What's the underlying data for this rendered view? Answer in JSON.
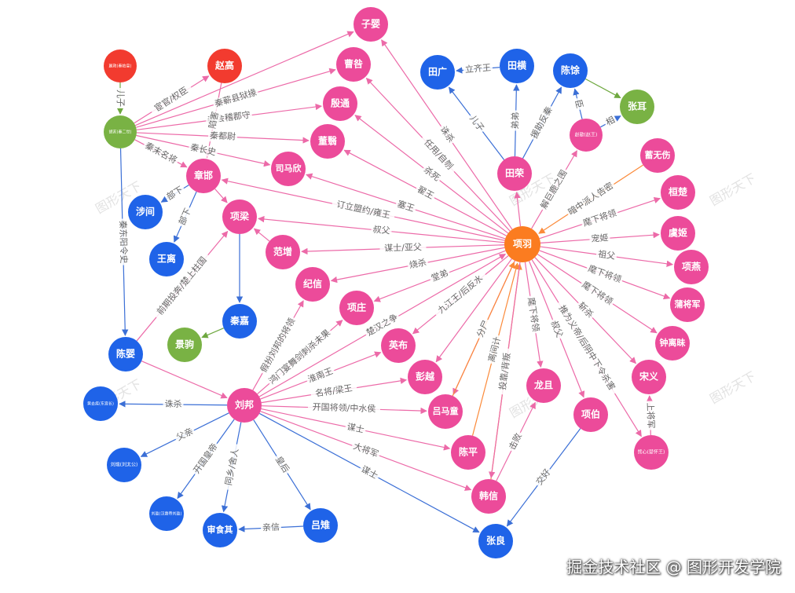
{
  "colors": {
    "red": "#f23b2f",
    "green": "#79b244",
    "blue": "#1f63e8",
    "pink": "#ec4b9a",
    "orange": "#fb7c20",
    "edge_pink": "#ec6aa8",
    "edge_blue": "#3b6fd6",
    "edge_green": "#6ea83f",
    "edge_orange": "#fb8a3a",
    "edge_text": "#666666"
  },
  "watermark": "图形天下",
  "footer_text": "掘金技术社区 @ 图形开发学院",
  "nodes": [
    {
      "id": "ziying",
      "label": "子婴",
      "color": "pink"
    },
    {
      "id": "gaoyao",
      "label": "嬴政(秦始皇)",
      "color": "red"
    },
    {
      "id": "zhaogao",
      "label": "赵高",
      "color": "red"
    },
    {
      "id": "caojiu",
      "label": "曹咎",
      "color": "pink"
    },
    {
      "id": "tianguang",
      "label": "田广",
      "color": "blue"
    },
    {
      "id": "tianheng",
      "label": "田横",
      "color": "blue"
    },
    {
      "id": "chenyu",
      "label": "陈馀",
      "color": "blue"
    },
    {
      "id": "huhai",
      "label": "胡亥(秦二世)",
      "color": "green"
    },
    {
      "id": "yintong",
      "label": "殷通",
      "color": "pink"
    },
    {
      "id": "zhanger",
      "label": "张耳",
      "color": "green"
    },
    {
      "id": "dongyi",
      "label": "董翳",
      "color": "pink"
    },
    {
      "id": "zhaoxie",
      "label": "赵歇(赵王)",
      "color": "pink"
    },
    {
      "id": "xishuang",
      "label": "蓄无伤",
      "color": "pink"
    },
    {
      "id": "simaxin",
      "label": "司马欣",
      "color": "pink"
    },
    {
      "id": "zhanghan",
      "label": "章邯",
      "color": "pink"
    },
    {
      "id": "tianrong",
      "label": "田荣",
      "color": "pink"
    },
    {
      "id": "huanchu",
      "label": "桓楚",
      "color": "pink"
    },
    {
      "id": "shejian",
      "label": "涉间",
      "color": "blue"
    },
    {
      "id": "xiangliang",
      "label": "项梁",
      "color": "pink"
    },
    {
      "id": "yuji",
      "label": "虞姬",
      "color": "pink"
    },
    {
      "id": "xiangyu",
      "label": "项羽",
      "color": "orange"
    },
    {
      "id": "wangli",
      "label": "王离",
      "color": "blue"
    },
    {
      "id": "fanzeng",
      "label": "范增",
      "color": "pink"
    },
    {
      "id": "xiangyan",
      "label": "项燕",
      "color": "pink"
    },
    {
      "id": "jixin",
      "label": "纪信",
      "color": "pink"
    },
    {
      "id": "puj",
      "label": "蒲将军",
      "color": "pink"
    },
    {
      "id": "xiangzhuang",
      "label": "项庄",
      "color": "pink"
    },
    {
      "id": "qinjia",
      "label": "秦嘉",
      "color": "blue"
    },
    {
      "id": "jingju",
      "label": "景驹",
      "color": "green"
    },
    {
      "id": "yingbu",
      "label": "英布",
      "color": "pink"
    },
    {
      "id": "zhonglimei",
      "label": "钟离昧",
      "color": "pink"
    },
    {
      "id": "chenying",
      "label": "陈婴",
      "color": "blue"
    },
    {
      "id": "songyi",
      "label": "宋义",
      "color": "pink"
    },
    {
      "id": "pengyue",
      "label": "彭越",
      "color": "pink"
    },
    {
      "id": "longju",
      "label": "龙且",
      "color": "pink"
    },
    {
      "id": "huangxi",
      "label": "黄去疾(东宫长)",
      "color": "blue"
    },
    {
      "id": "liubang",
      "label": "刘邦",
      "color": "pink"
    },
    {
      "id": "lumatong",
      "label": "吕马童",
      "color": "pink"
    },
    {
      "id": "xiangbo",
      "label": "项伯",
      "color": "pink"
    },
    {
      "id": "xiong",
      "label": "熊心(楚怀王)",
      "color": "pink"
    },
    {
      "id": "liutaigong",
      "label": "刘煓(刘太公)",
      "color": "blue"
    },
    {
      "id": "chenping",
      "label": "陈平",
      "color": "pink"
    },
    {
      "id": "liuying",
      "label": "刘盈(汉惠帝刘盈)",
      "color": "blue"
    },
    {
      "id": "hanxin",
      "label": "韩信",
      "color": "pink"
    },
    {
      "id": "shenshiqi",
      "label": "审食其",
      "color": "blue"
    },
    {
      "id": "lvzhi",
      "label": "吕雉",
      "color": "blue"
    },
    {
      "id": "zhangliang",
      "label": "张良",
      "color": "blue"
    }
  ],
  "edges": [
    {
      "from": "gaoyao",
      "to": "huhai",
      "label": "儿子",
      "color": "green"
    },
    {
      "from": "huhai",
      "to": "zhaogao",
      "label": "宦官/权臣",
      "color": "pink"
    },
    {
      "from": "huhai",
      "to": "ziying",
      "label": "",
      "color": "pink"
    },
    {
      "from": "huhai",
      "to": "caojiu",
      "label": "秦蕲县狱掾",
      "color": "pink"
    },
    {
      "from": "huhai",
      "to": "yintong",
      "label": "秦会稽郡守",
      "color": "pink"
    },
    {
      "from": "huhai",
      "to": "dongyi",
      "label": "秦都尉",
      "color": "pink"
    },
    {
      "from": "huhai",
      "to": "simaxin",
      "label": "秦长史",
      "color": "pink"
    },
    {
      "from": "huhai",
      "to": "zhanghan",
      "label": "秦末名将",
      "color": "pink"
    },
    {
      "from": "huhai",
      "to": "chenying",
      "label": "秦东阳令史",
      "color": "blue"
    },
    {
      "from": "zhaogao",
      "to": "zhanghan",
      "label": "陷害",
      "color": "pink"
    },
    {
      "from": "zhanghan",
      "to": "shejian",
      "label": "部下",
      "color": "blue"
    },
    {
      "from": "zhanghan",
      "to": "wangli",
      "label": "部下",
      "color": "blue"
    },
    {
      "from": "zhanghan",
      "to": "xiangliang",
      "label": "",
      "color": "pink"
    },
    {
      "from": "xiangliang",
      "to": "qinjia",
      "label": "",
      "color": "blue"
    },
    {
      "from": "qinjia",
      "to": "jingju",
      "label": "",
      "color": "green"
    },
    {
      "from": "chenying",
      "to": "xiangliang",
      "label": "前期投奔/楚上柱国",
      "color": "pink"
    },
    {
      "from": "chenying",
      "to": "liubang",
      "label": "",
      "color": "pink"
    },
    {
      "from": "tianheng",
      "to": "tianguang",
      "label": "立齐王",
      "color": "blue"
    },
    {
      "from": "tianrong",
      "to": "tianguang",
      "label": "儿子",
      "color": "blue"
    },
    {
      "from": "tianrong",
      "to": "tianheng",
      "label": "弟弟",
      "color": "blue"
    },
    {
      "from": "tianrong",
      "to": "chenyu",
      "label": "援助反秦",
      "color": "blue"
    },
    {
      "from": "chenyu",
      "to": "zhanger",
      "label": "",
      "color": "green"
    },
    {
      "from": "zhaoxie",
      "to": "chenyu",
      "label": "臣",
      "color": "blue"
    },
    {
      "from": "zhaoxie",
      "to": "zhanger",
      "label": "相",
      "color": "blue"
    },
    {
      "from": "xiangyu",
      "to": "ziying",
      "label": "诛杀",
      "color": "pink"
    },
    {
      "from": "xiangyu",
      "to": "caojiu",
      "label": "任用/自刎",
      "color": "pink"
    },
    {
      "from": "xiangyu",
      "to": "yintong",
      "label": "杀死",
      "color": "pink"
    },
    {
      "from": "xiangyu",
      "to": "dongyi",
      "label": "翟王",
      "color": "pink"
    },
    {
      "from": "xiangyu",
      "to": "simaxin",
      "label": "塞王",
      "color": "pink"
    },
    {
      "from": "xiangyu",
      "to": "zhanghan",
      "label": "订立盟约/雍王",
      "color": "pink"
    },
    {
      "from": "xiangyu",
      "to": "tianrong",
      "label": "",
      "color": "pink"
    },
    {
      "from": "xiangyu",
      "to": "zhaoxie",
      "label": "解巨鹿之围",
      "color": "pink"
    },
    {
      "from": "xishuang",
      "to": "xiangyu",
      "label": "暗中派人告密",
      "color": "orange"
    },
    {
      "from": "xiangyu",
      "to": "huanchu",
      "label": "麾下将领",
      "color": "pink"
    },
    {
      "from": "xiangyu",
      "to": "yuji",
      "label": "宠姬",
      "color": "pink"
    },
    {
      "from": "xiangyu",
      "to": "xiangyan",
      "label": "祖父",
      "color": "pink"
    },
    {
      "from": "xiangyu",
      "to": "puj",
      "label": "麾下将领",
      "color": "pink"
    },
    {
      "from": "xiangyu",
      "to": "zhonglimei",
      "label": "麾下将领",
      "color": "pink"
    },
    {
      "from": "xiangyu",
      "to": "songyi",
      "label": "斩杀",
      "color": "pink"
    },
    {
      "from": "xiangyu",
      "to": "xiong",
      "label": "推为义帝/后阴中下令杀害",
      "color": "pink"
    },
    {
      "from": "xiong",
      "to": "songyi",
      "label": "上将军",
      "color": "pink"
    },
    {
      "from": "xiangyu",
      "to": "xiangliang",
      "label": "叔父",
      "color": "pink"
    },
    {
      "from": "xiangyu",
      "to": "fanzeng",
      "label": "谋士/亚父",
      "color": "pink"
    },
    {
      "from": "fanzeng",
      "to": "xiangliang",
      "label": "",
      "color": "pink"
    },
    {
      "from": "xiangyu",
      "to": "jixin",
      "label": "烧杀",
      "color": "pink"
    },
    {
      "from": "xiangyu",
      "to": "xiangzhuang",
      "label": "堂弟",
      "color": "pink"
    },
    {
      "from": "xiangyu",
      "to": "yingbu",
      "label": "九江王/后反水",
      "color": "pink"
    },
    {
      "from": "xiangyu",
      "to": "pengyue",
      "label": "",
      "color": "pink"
    },
    {
      "from": "xiangyu",
      "to": "lumatong",
      "label": "",
      "color": "pink"
    },
    {
      "from": "lumatong",
      "to": "xiangyu",
      "label": "分尸",
      "color": "orange"
    },
    {
      "from": "chenping",
      "to": "xiangyu",
      "label": "离间计",
      "color": "orange"
    },
    {
      "from": "hanxin",
      "to": "xiangyu",
      "label": "投靠/背叛",
      "color": "orange"
    },
    {
      "from": "xiangyu",
      "to": "longju",
      "label": "麾下将领",
      "color": "pink"
    },
    {
      "from": "xiangyu",
      "to": "xiangbo",
      "label": "叔父",
      "color": "pink"
    },
    {
      "from": "xiangyu",
      "to": "hanxin",
      "label": "",
      "color": "pink"
    },
    {
      "from": "xiangbo",
      "to": "zhangliang",
      "label": "交好",
      "color": "blue"
    },
    {
      "from": "hanxin",
      "to": "longju",
      "label": "击败",
      "color": "pink"
    },
    {
      "from": "liubang",
      "to": "jixin",
      "label": "假扮刘邦的将领",
      "color": "pink"
    },
    {
      "from": "liubang",
      "to": "xiangzhuang",
      "label": "鸿门宴舞剑刺杀未果",
      "color": "pink"
    },
    {
      "from": "liubang",
      "to": "yingbu",
      "label": "淮南王",
      "color": "pink"
    },
    {
      "from": "liubang",
      "to": "pengyue",
      "label": "名将/梁王",
      "color": "pink"
    },
    {
      "from": "liubang",
      "to": "lumatong",
      "label": "开国将领/中水侯",
      "color": "pink"
    },
    {
      "from": "liubang",
      "to": "chenping",
      "label": "谋士",
      "color": "pink"
    },
    {
      "from": "liubang",
      "to": "hanxin",
      "label": "大将军",
      "color": "pink"
    },
    {
      "from": "liubang",
      "to": "zhangliang",
      "label": "谋士",
      "color": "blue"
    },
    {
      "from": "liubang",
      "to": "lvzhi",
      "label": "皇后",
      "color": "blue"
    },
    {
      "from": "liubang",
      "to": "shenshiqi",
      "label": "同乡/舍人",
      "color": "blue"
    },
    {
      "from": "liubang",
      "to": "liuying",
      "label": "开国皇帝",
      "color": "blue"
    },
    {
      "from": "liubang",
      "to": "liutaigong",
      "label": "父亲",
      "color": "blue"
    },
    {
      "from": "liubang",
      "to": "huangxi",
      "label": "诛杀",
      "color": "blue"
    },
    {
      "from": "lvzhi",
      "to": "shenshiqi",
      "label": "亲信",
      "color": "blue"
    },
    {
      "from": "liubang",
      "to": "xiangyu",
      "label": "楚汉之争",
      "color": "pink"
    }
  ]
}
